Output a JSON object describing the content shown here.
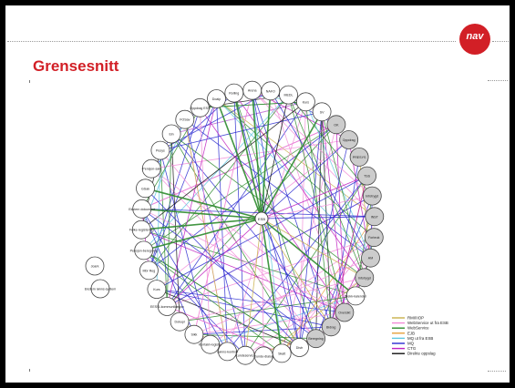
{
  "slide": {
    "title": "Grensesnitt",
    "logo_text": "nav",
    "accent_color": "#d21f26"
  },
  "diagram": {
    "nodes": [
      {
        "label": "Arena",
        "color": "#ffffff"
      },
      {
        "label": "NAFO",
        "color": "#ffffff"
      },
      {
        "label": "MEDL",
        "color": "#ffffff"
      },
      {
        "label": "Kurs",
        "color": "#ffffff"
      },
      {
        "label": "SV",
        "color": "#ffffff"
      },
      {
        "label": "OK",
        "color": "#cccccc"
      },
      {
        "label": "Oppdrag",
        "color": "#cccccc"
      },
      {
        "label": "PRESYS",
        "color": "#cccccc"
      },
      {
        "label": "TSS",
        "color": "#cccccc"
      },
      {
        "label": "Infotrygd",
        "color": "#cccccc"
      },
      {
        "label": "INST",
        "color": "#cccccc"
      },
      {
        "label": "Forbruk",
        "color": "#cccccc"
      },
      {
        "label": "AM",
        "color": "#cccccc"
      },
      {
        "label": "Infotrygd",
        "color": "#cccccc"
      },
      {
        "label": "Trekk-kalender",
        "color": "#ffffff"
      },
      {
        "label": "Oversikt",
        "color": "#cccccc"
      },
      {
        "label": "Bidrag",
        "color": "#cccccc"
      },
      {
        "label": "Beregning",
        "color": "#cccccc"
      },
      {
        "label": "Distr",
        "color": "#ffffff"
      },
      {
        "label": "Skatt",
        "color": "#ffffff"
      },
      {
        "label": "Kunde-dialog",
        "color": "#ffffff"
      },
      {
        "label": "Kundeservice",
        "color": "#ffffff"
      },
      {
        "label": "Lønns-kontroll",
        "color": "#ffffff"
      },
      {
        "label": "Kontakt-register",
        "color": "#ffffff"
      },
      {
        "label": "Sikk",
        "color": "#ffffff"
      },
      {
        "label": "Dokupl",
        "color": "#ffffff"
      },
      {
        "label": "EESSI-kommunikasjon",
        "color": "#ffffff"
      },
      {
        "label": "Kurs",
        "color": "#ffffff"
      },
      {
        "label": "Mbr Reg",
        "color": "#ffffff"
      },
      {
        "label": "Pensjon-beregning",
        "color": "#ffffff"
      },
      {
        "label": "Folke-registering",
        "color": "#ffffff"
      },
      {
        "label": "Ekstern dokument",
        "color": "#ffffff"
      },
      {
        "label": "GSak",
        "color": "#ffffff"
      },
      {
        "label": "Pensjon-sak",
        "color": "#ffffff"
      },
      {
        "label": "Pesys",
        "color": "#ffffff"
      },
      {
        "label": "Ein",
        "color": "#ffffff"
      },
      {
        "label": "FOSav",
        "color": "#ffffff"
      },
      {
        "label": "Oppdrag ESS",
        "color": "#ffffff"
      },
      {
        "label": "Doaip",
        "color": "#ffffff"
      },
      {
        "label": "Rolling",
        "color": "#ffffff"
      }
    ],
    "extra_nodes": [
      {
        "label": "Joark"
      },
      {
        "label": "Ekstern lønns-system"
      }
    ],
    "hub_label": "ESB",
    "legend": [
      {
        "label": "RMI/IIOP",
        "color": "#c9b04a"
      },
      {
        "label": "WebService ut fra ESB",
        "color": "#f28cd8"
      },
      {
        "label": "WebService",
        "color": "#2e8b2e"
      },
      {
        "label": "EJB",
        "color": "#e5a03c"
      },
      {
        "label": "MQ ut fra ESB",
        "color": "#5ec7e0"
      },
      {
        "label": "MQ",
        "color": "#2a2ad0"
      },
      {
        "label": "CTG",
        "color": "#c01fc0"
      },
      {
        "label": "Direkte oppslag",
        "color": "#111111"
      }
    ]
  }
}
